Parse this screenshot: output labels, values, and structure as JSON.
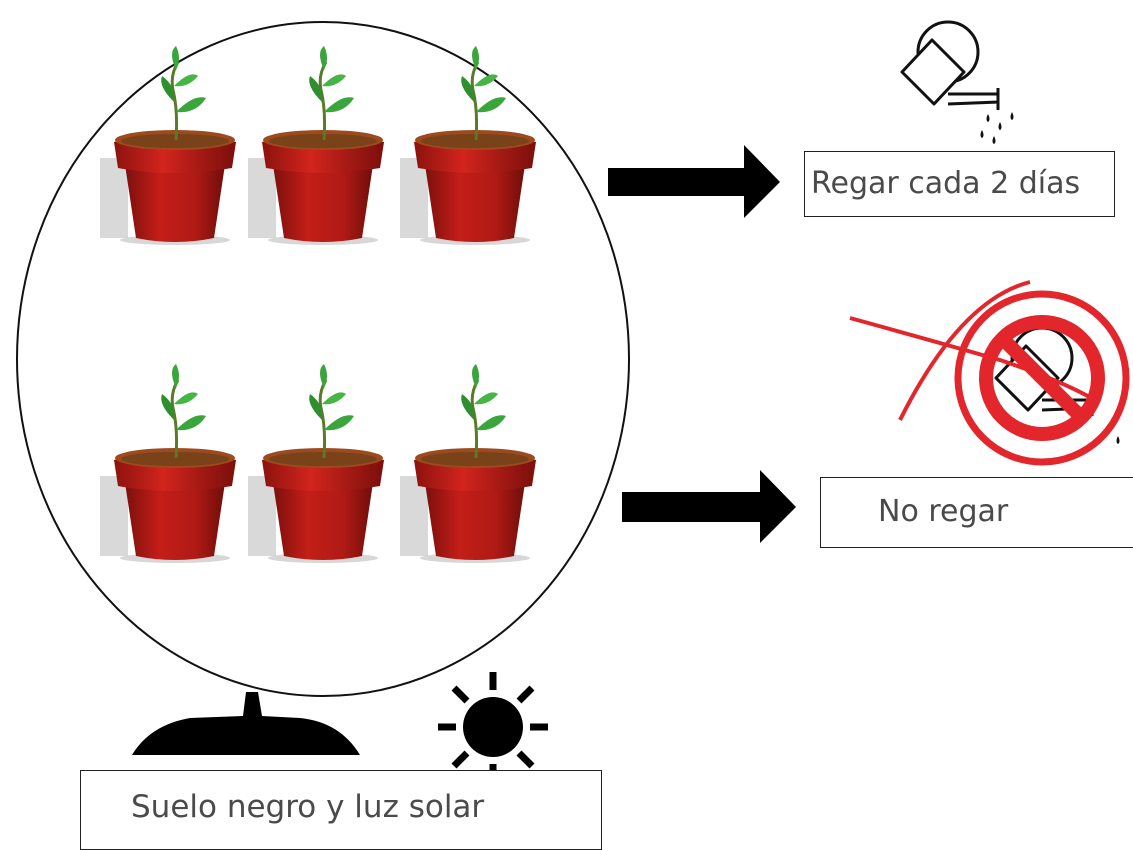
{
  "labels": {
    "watering_every_two_days": "Regar cada 2 días",
    "no_watering": "No regar",
    "soil_and_light": "Suelo negro y luz solar"
  },
  "pots": {
    "rows": 2,
    "per_row": 3,
    "pot_color": "#b51b16",
    "rim_color": "#c81f1a",
    "leaf_color": "#3aa53a",
    "soil_color": "#6b3a12"
  },
  "icons": [
    "watering-can-icon",
    "no-watering-icon",
    "sun-icon",
    "soil-mound-icon",
    "arrow-right-icon"
  ],
  "colors": {
    "prohibition_red": "#e3262c",
    "outline": "#111111",
    "text": "#4a4a4a"
  }
}
